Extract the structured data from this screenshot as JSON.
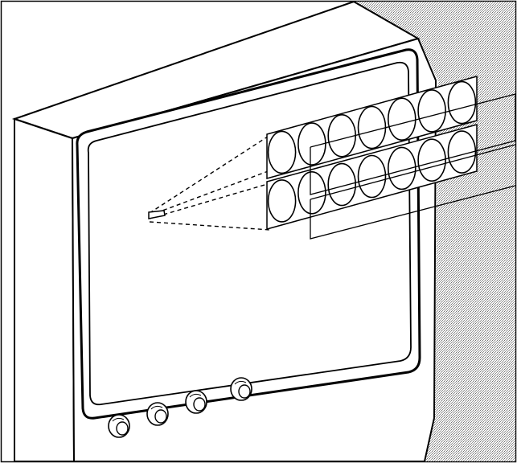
{
  "figure": {
    "subject": "crt-monitor-with-magnified-scanline-dots",
    "colors": {
      "background": "#ffffff",
      "line": "#000000",
      "shadow": "#c8c8c8",
      "screen": "#ffffff"
    },
    "phosphor_rows": 2,
    "phosphor_dots_per_row": 7,
    "knob_count": 4
  }
}
